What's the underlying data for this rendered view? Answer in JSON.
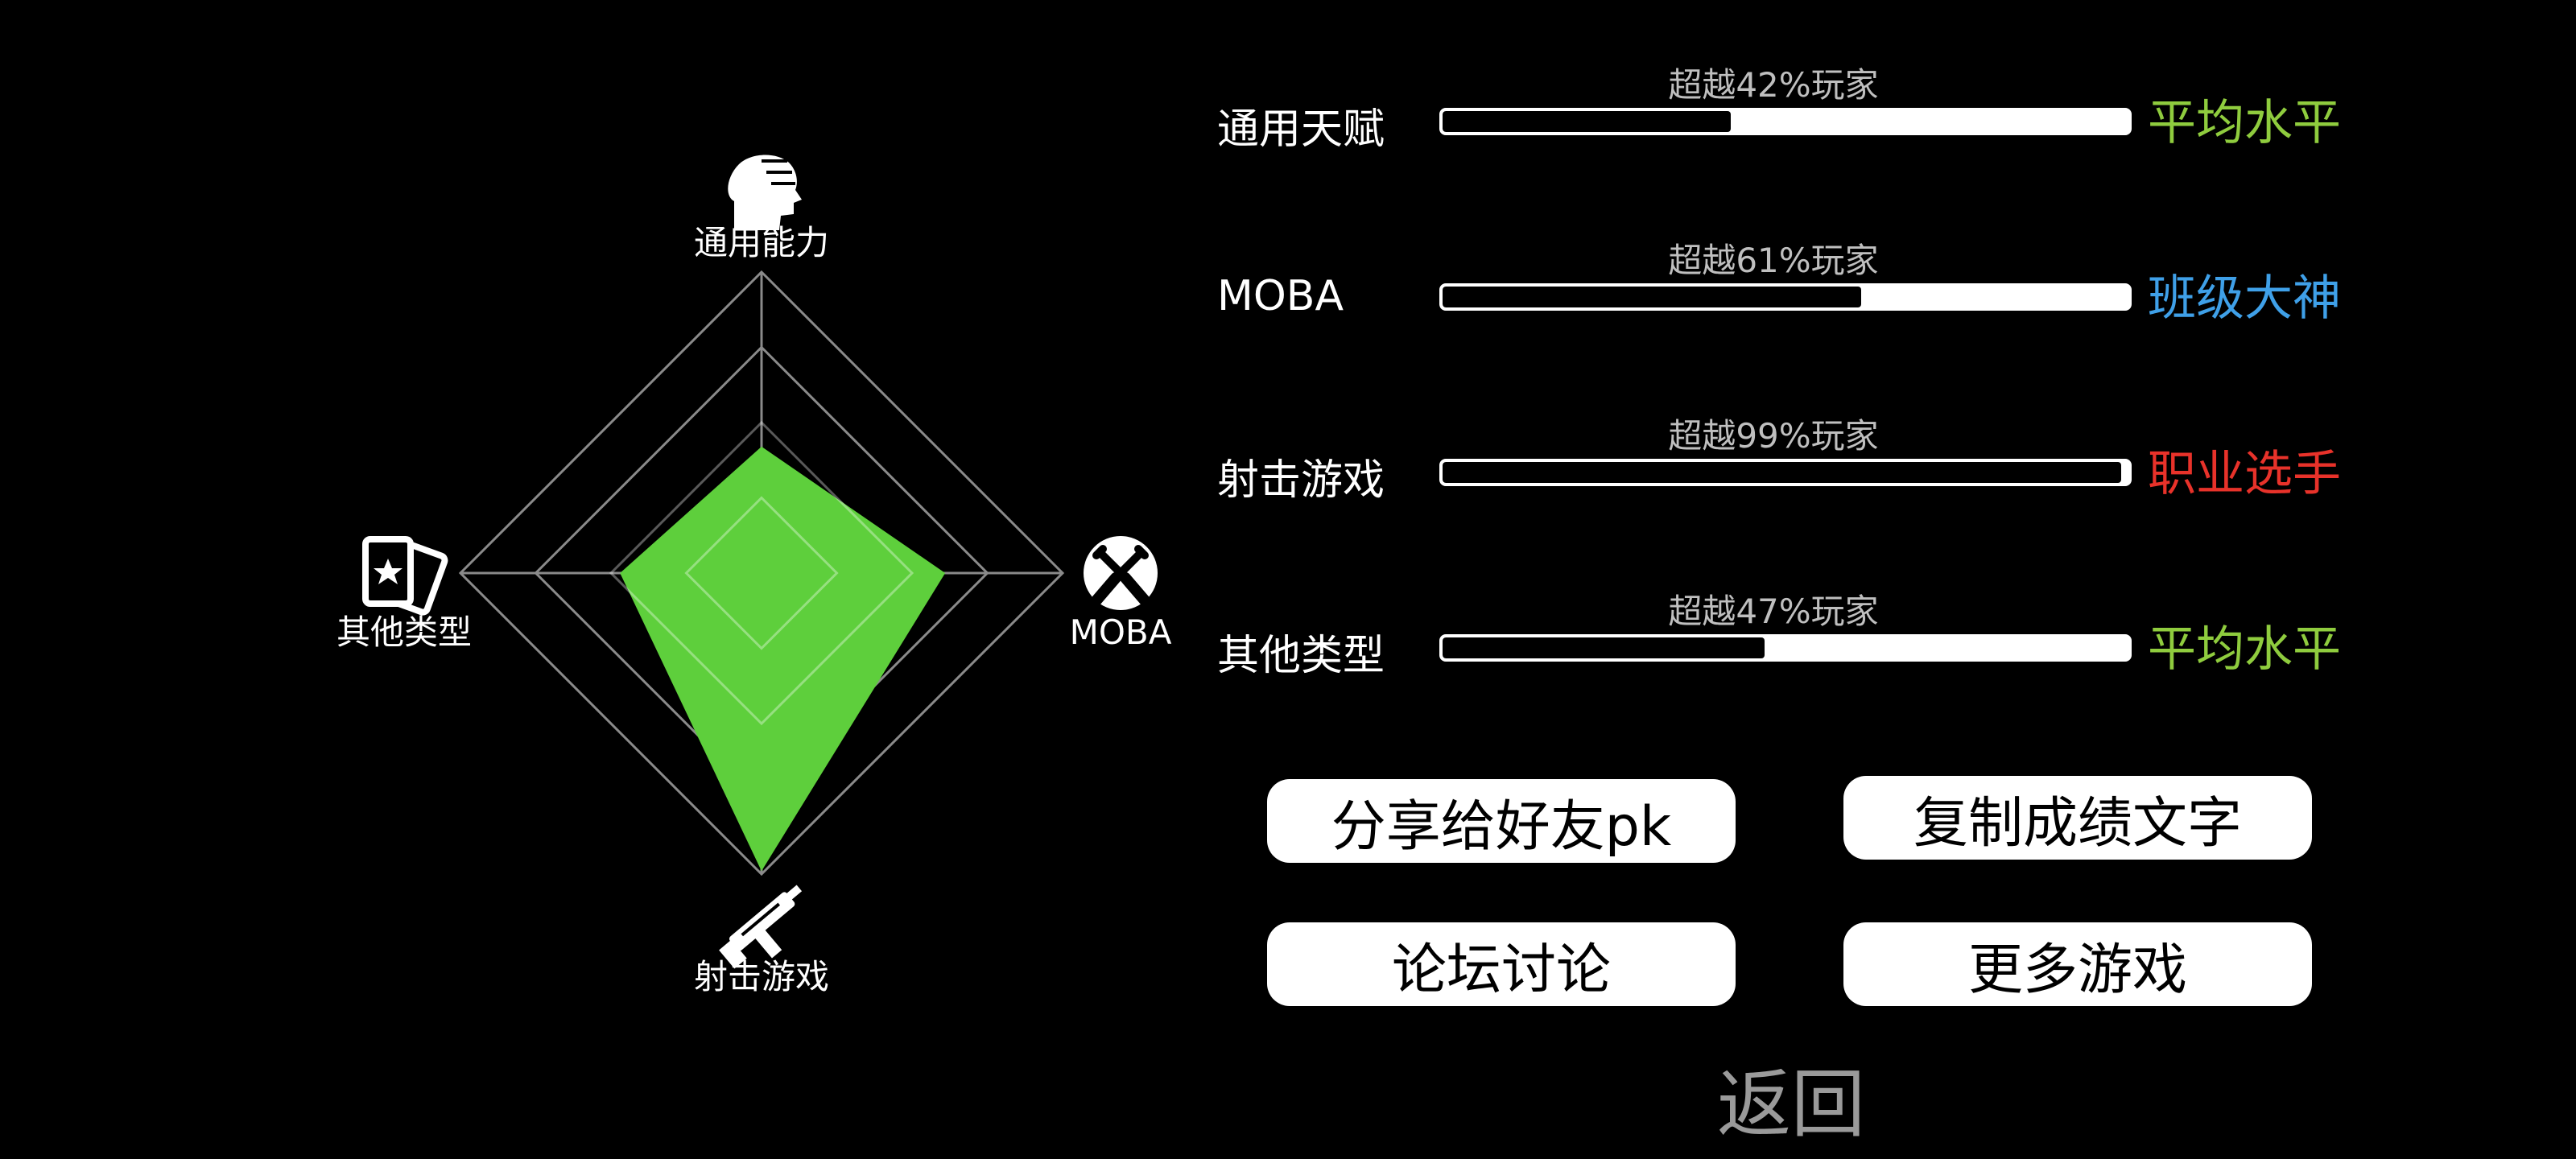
{
  "radar": {
    "axes": [
      {
        "key": "general",
        "label": "通用能力",
        "icon": "head-icon"
      },
      {
        "key": "moba",
        "label": "MOBA",
        "icon": "moba-crossed-swords-icon"
      },
      {
        "key": "shooter",
        "label": "射击游戏",
        "icon": "gun-icon"
      },
      {
        "key": "other",
        "label": "其他类型",
        "icon": "card-star-icon"
      }
    ],
    "fill_color": "#5ecf3c",
    "grid_color": "#8a8a8a"
  },
  "chart_data": {
    "type": "radar",
    "categories": [
      "通用能力",
      "MOBA",
      "射击游戏",
      "其他类型"
    ],
    "values": [
      42,
      61,
      99,
      47
    ],
    "range": [
      0,
      100
    ]
  },
  "stats": [
    {
      "title": "通用天赋",
      "caption": "超越42%玩家",
      "percent": 42,
      "level": "平均水平",
      "level_color": "#8fcc3e"
    },
    {
      "title": "MOBA",
      "caption": "超越61%玩家",
      "percent": 61,
      "level": "班级大神",
      "level_color": "#3fa0e8"
    },
    {
      "title": "射击游戏",
      "caption": "超越99%玩家",
      "percent": 99,
      "level": "职业选手",
      "level_color": "#e8322a"
    },
    {
      "title": "其他类型",
      "caption": "超越47%玩家",
      "percent": 47,
      "level": "平均水平",
      "level_color": "#8fcc3e"
    }
  ],
  "buttons": {
    "share": "分享给好友pk",
    "copy": "复制成绩文字",
    "forum": "论坛讨论",
    "more": "更多游戏",
    "back": "返回"
  }
}
